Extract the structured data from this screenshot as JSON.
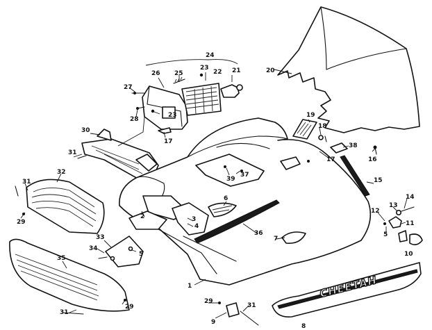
{
  "callouts": [
    "1",
    "2",
    "3",
    "4",
    "5",
    "5",
    "6",
    "7",
    "8",
    "9",
    "10",
    "11",
    "12",
    "13",
    "14",
    "15",
    "16",
    "17",
    "17",
    "18",
    "19",
    "20",
    "21",
    "22",
    "23",
    "23",
    "24",
    "25",
    "26",
    "27",
    "28",
    "29",
    "29",
    "29",
    "30",
    "31",
    "31",
    "31",
    "31",
    "32",
    "33",
    "34",
    "35",
    "36",
    "37",
    "38",
    "39"
  ],
  "decal_text": "CHEETAH"
}
